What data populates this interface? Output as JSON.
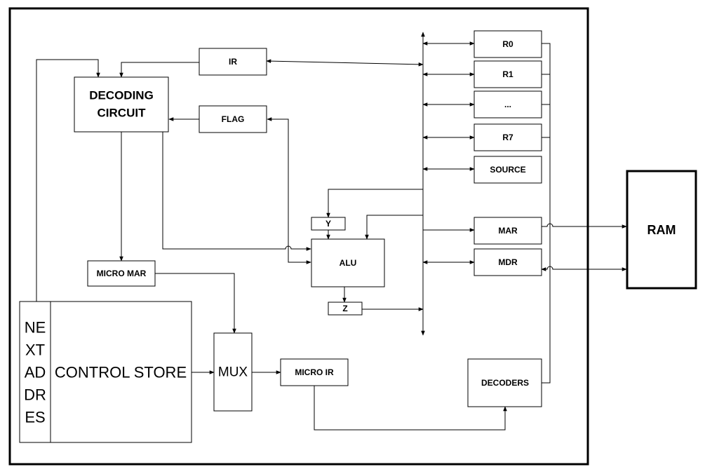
{
  "blocks": {
    "ir": "IR",
    "decoding_line1": "DECODING",
    "decoding_line2": "CIRCUIT",
    "flag": "FLAG",
    "r0": "R0",
    "r1": "R1",
    "ellipsis": "...",
    "r7": "R7",
    "source": "SOURCE",
    "y": "Y",
    "alu": "ALU",
    "z": "Z",
    "mar": "MAR",
    "mdr": "MDR",
    "ram": "RAM",
    "micro_mar": "MICRO MAR",
    "next_address": [
      "NE",
      "XT",
      "AD",
      "DR",
      "ES"
    ],
    "control_store": "CONTROL STORE",
    "mux": "MUX",
    "micro_ir": "MICRO IR",
    "decoders": "DECODERS"
  }
}
